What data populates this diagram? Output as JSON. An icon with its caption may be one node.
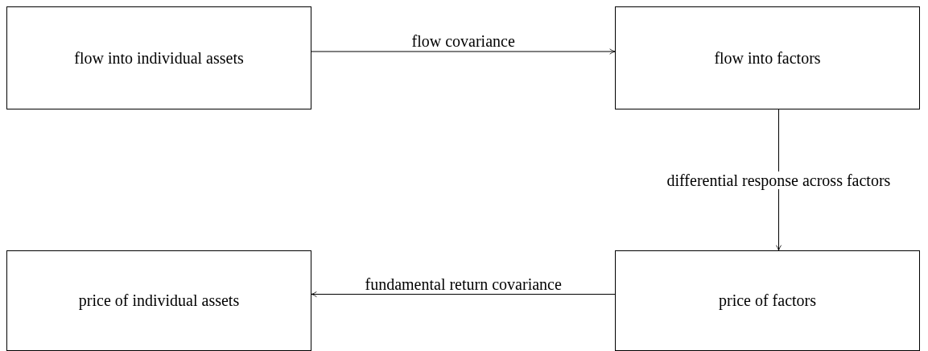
{
  "diagram": {
    "nodes": [
      {
        "text": [
          "flow into individual assets"
        ]
      },
      {
        "text": [
          "flow into factors"
        ]
      },
      {
        "text": [
          "price of individual assets"
        ]
      },
      {
        "text": [
          "price of factors"
        ]
      }
    ],
    "edges": [
      {
        "from": 0,
        "to": 1,
        "arrow": "to",
        "label": "flow covariance"
      },
      {
        "from": 1,
        "to": 3,
        "arrow": "to",
        "label": "differential response across factors"
      },
      {
        "from": 3,
        "to": 2,
        "arrow": "to",
        "label": "fundamental return covariance"
      }
    ]
  }
}
